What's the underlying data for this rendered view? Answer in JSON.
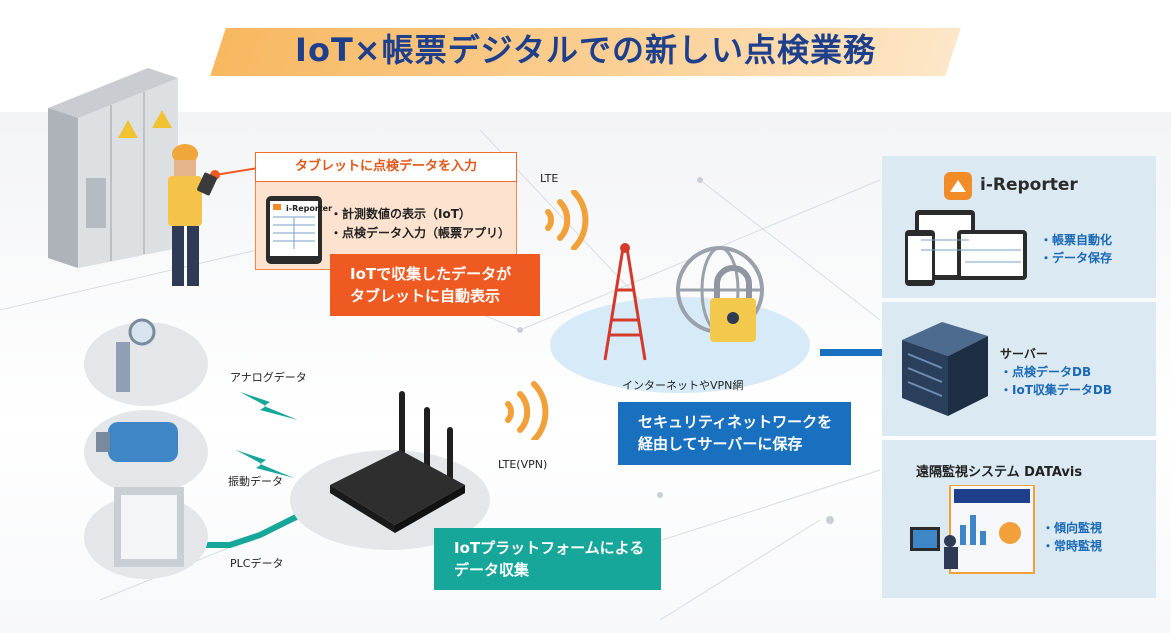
{
  "title": "IoT×帳票デジタルでの新しい点検業務",
  "tablet_panel": {
    "heading": "タブレットに点検データを入力",
    "bullets": [
      "・計測数値の表示（IoT）",
      "・点検データ入力（帳票アプリ）"
    ],
    "app_logo": "i-Reporter"
  },
  "callouts": {
    "iot_display": [
      "IoTで収集したデータが",
      "タブレットに自動表示"
    ],
    "security": [
      "セキュリティネットワークを",
      "経由してサーバーに保存"
    ],
    "platform": [
      "IoTプラットフォームによる",
      "データ収集"
    ]
  },
  "labels": {
    "lte": "LTE",
    "lte_vpn": "LTE(VPN)",
    "internet": "インターネットやVPN網",
    "analog": "アナログデータ",
    "vibration": "振動データ",
    "plc": "PLCデータ"
  },
  "side_panels": {
    "ireporter": {
      "name": "i-Reporter",
      "bullets": [
        "・帳票自動化",
        "・データ保存"
      ]
    },
    "server": {
      "title": "サーバー",
      "bullets": [
        "・点検データDB",
        "・IoT収集データDB"
      ]
    },
    "datavis": {
      "title": "遠隔監視システム DATAvis",
      "bullets": [
        "・傾向監視",
        "・常時監視"
      ]
    }
  },
  "colors": {
    "title_text": "#1e3f8c",
    "orange": "#ef5a23",
    "blue": "#1970bf",
    "teal": "#17a69a",
    "side_panel": "#dbe9f2"
  }
}
